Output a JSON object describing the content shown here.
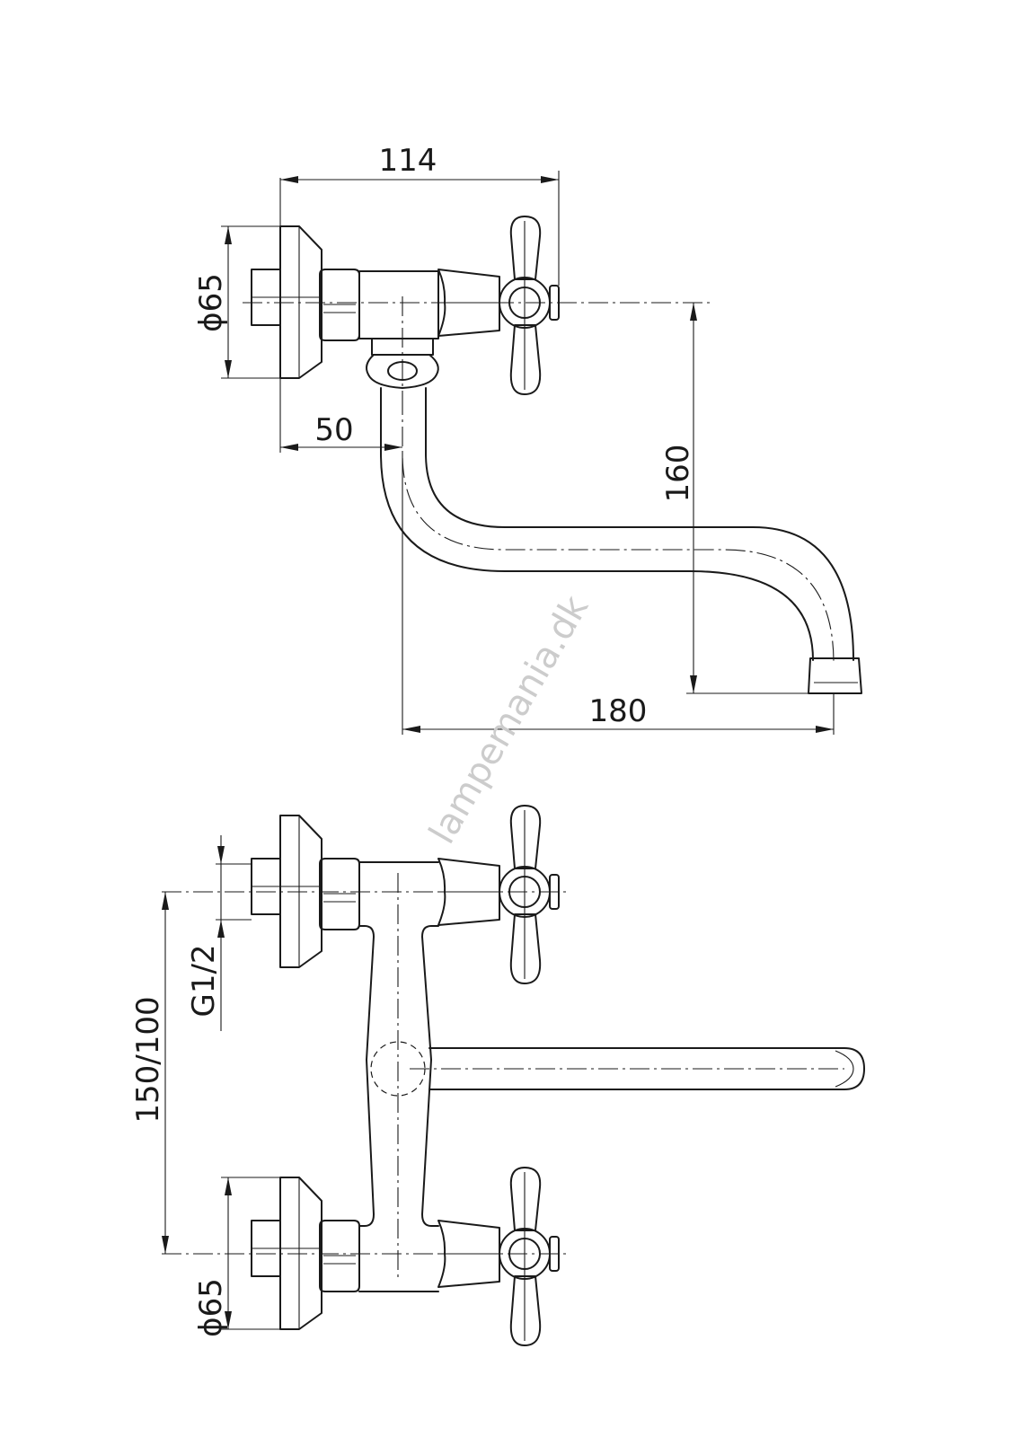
{
  "dimensions": {
    "top_width": "114",
    "top_flange_diameter": "ϕ65",
    "top_offset": "50",
    "top_height": "160",
    "top_reach": "180",
    "bottom_thread": "G1/2",
    "bottom_spacing": "150/100",
    "bottom_flange_diameter": "ϕ65"
  },
  "watermark": "lampemania.dk"
}
